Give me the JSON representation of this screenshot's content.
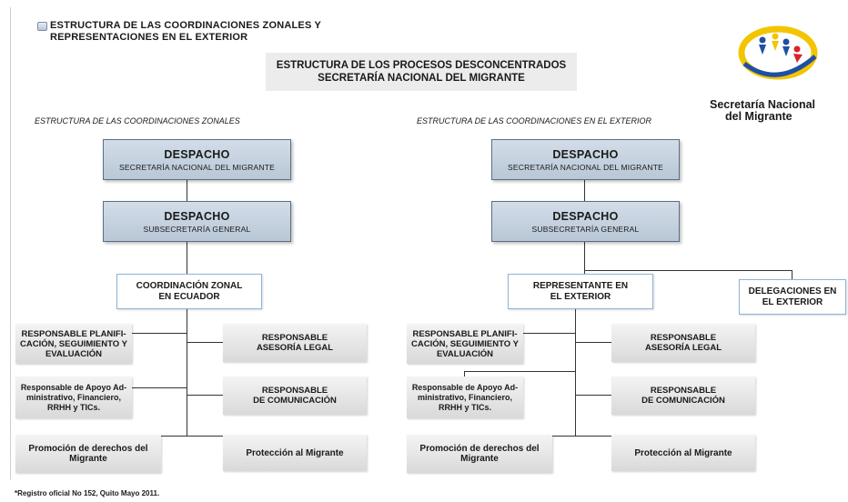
{
  "heading": {
    "line1": "ESTRUCTURA DE LAS COORDINACIONES ZONALES Y",
    "line2": "REPRESENTACIONES EN EL EXTERIOR"
  },
  "banner": {
    "line1": "ESTRUCTURA DE LOS PROCESOS DESCONCENTRADOS",
    "line2": "SECRETARÍA NACIONAL DEL MIGRANTE"
  },
  "logo": {
    "line1": "Secretaría Nacional",
    "line2": "del Migrante",
    "colors": {
      "ring_yellow": "#f2c500",
      "ring_blue": "#1f4fa3",
      "figure_red": "#d9232d"
    }
  },
  "left": {
    "section_label": "ESTRUCTURA DE LAS COORDINACIONES ZONALES",
    "despacho1": {
      "title": "DESPACHO",
      "subtitle": "SECRETARÍA NACIONAL DEL MIGRANTE"
    },
    "despacho2": {
      "title": "DESPACHO",
      "subtitle": "SUBSECRETARÍA GENERAL"
    },
    "coordination": {
      "line1": "COORDINACIÓN ZONAL",
      "line2": "EN ECUADOR"
    },
    "planning": "RESPONSABLE PLANIFI-CACIÓN, SEGUIMIENTO Y EVALUACIÓN",
    "legal": {
      "line1": "RESPONSABLE",
      "line2": "ASESORÍA LEGAL"
    },
    "support": "Responsable de Apoyo Ad-ministrativo, Financiero, RRHH y TICs.",
    "communication": {
      "line1": "RESPONSABLE",
      "line2": "DE COMUNICACIÓN"
    },
    "promotion": "Promoción de derechos del Migrante",
    "protection": "Protección al Migrante"
  },
  "right": {
    "section_label": "ESTRUCTURA DE LAS COORDINACIONES EN EL EXTERIOR",
    "despacho1": {
      "title": "DESPACHO",
      "subtitle": "SECRETARÍA NACIONAL DEL MIGRANTE"
    },
    "despacho2": {
      "title": "DESPACHO",
      "subtitle": "SUBSECRETARÍA GENERAL"
    },
    "representative": {
      "line1": "REPRESENTANTE EN",
      "line2": "EL EXTERIOR"
    },
    "delegations": {
      "line1": "DELEGACIONES EN",
      "line2": "EL EXTERIOR"
    },
    "planning": "RESPONSABLE PLANIFI-CACIÓN, SEGUIMIENTO Y EVALUACIÓN",
    "legal": {
      "line1": "RESPONSABLE",
      "line2": "ASESORÍA LEGAL"
    },
    "support": "Responsable de Apoyo Ad-ministrativo, Financiero, RRHH y TICs.",
    "communication": {
      "line1": "RESPONSABLE",
      "line2": "DE COMUNICACIÓN"
    },
    "promotion": "Promoción de derechos del Migrante",
    "protection": "Protección al Migrante"
  },
  "footnote": "*Registro oficial No 152, Quito Mayo 2011."
}
